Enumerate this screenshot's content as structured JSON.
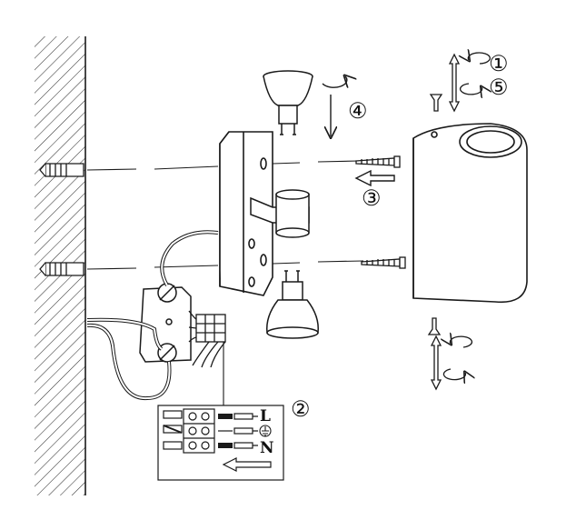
{
  "steps": {
    "s1": "①",
    "s2": "②",
    "s3": "③",
    "s4": "④",
    "s5": "⑤"
  },
  "terminals": {
    "live": "L",
    "neutral": "N",
    "earth_icon": "earth-ground-icon"
  },
  "colors": {
    "line": "#1a1a1a",
    "hatch": "#333333",
    "background": "#ffffff"
  }
}
